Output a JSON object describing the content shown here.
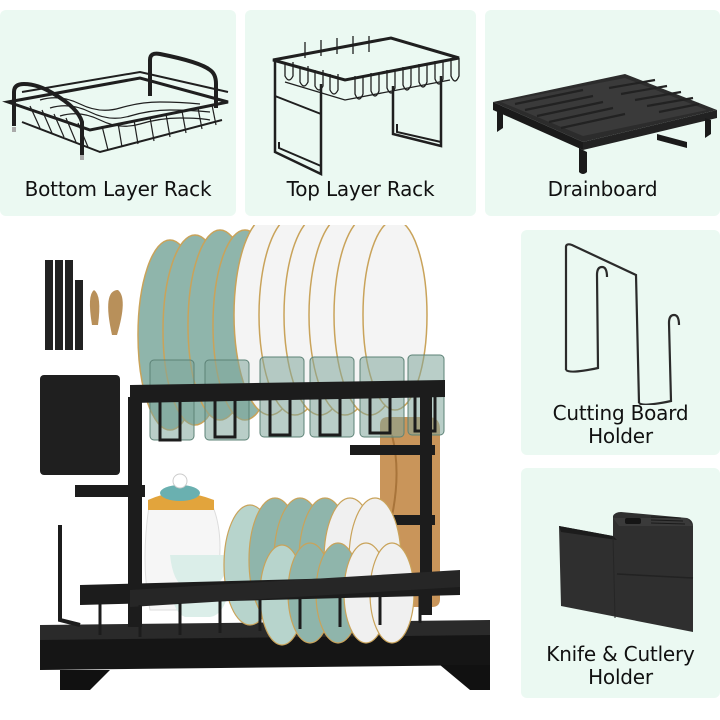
{
  "image": {
    "type": "product-components-infographic",
    "subject": "2-tier dish drying rack",
    "background_color": "#ffffff",
    "panel_color": "#ebf9f2",
    "metal_color": "#1c1c1c"
  },
  "components": [
    {
      "id": "bottom-layer-rack",
      "label": "Bottom Layer Rack",
      "icon": "wire-basket-icon"
    },
    {
      "id": "top-layer-rack",
      "label": "Top Layer Rack",
      "icon": "plate-rack-icon"
    },
    {
      "id": "drainboard",
      "label": "Drainboard",
      "icon": "drain-tray-icon"
    },
    {
      "id": "cutting-board-holder",
      "label_line1": "Cutting Board",
      "label_line2": "Holder",
      "icon": "wire-hook-icon"
    },
    {
      "id": "knife-cutlery-holder",
      "label_line1": "Knife & Cutlery",
      "label_line2": "Holder",
      "icon": "utensil-caddy-icon"
    }
  ],
  "hero": {
    "description": "Assembled two-tier black dish rack holding green and white plates, glasses, teapot, cups, cutlery caddy and wooden cutting board",
    "plate_colors": {
      "green": "#8fb5ab",
      "white": "#f4f4f4",
      "rim": "#c9a35a"
    },
    "wood_color": "#c9955a"
  }
}
